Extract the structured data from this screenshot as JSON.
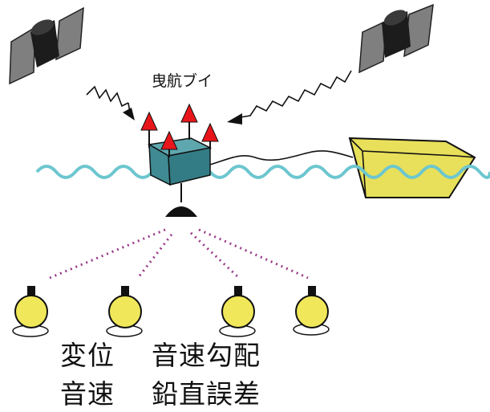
{
  "labels": {
    "towed_buoy": "曳航ブイ",
    "displacement": "変位",
    "sound_speed": "音速",
    "sound_speed_gradient": "音速勾配",
    "vertical_error": "鉛直誤差"
  },
  "colors": {
    "sea_wave": "#6cc6cf",
    "buoy_body": "#3f8a93",
    "antenna": "#e8161b",
    "ship": "#e8e05a",
    "transponder": "#f0e85a",
    "acoustic_ray": "#9a3a88",
    "satellite_panel": "#7f7f7f",
    "satellite_body": "#1c1c1c"
  },
  "icons": {
    "satellite": "satellite-icon",
    "ship": "ship-icon",
    "buoy": "buoy-icon",
    "transponder": "seafloor-transponder-icon"
  },
  "counts": {
    "satellites": 2,
    "antennas": 4,
    "transponders": 4,
    "acoustic_rays": 4
  }
}
